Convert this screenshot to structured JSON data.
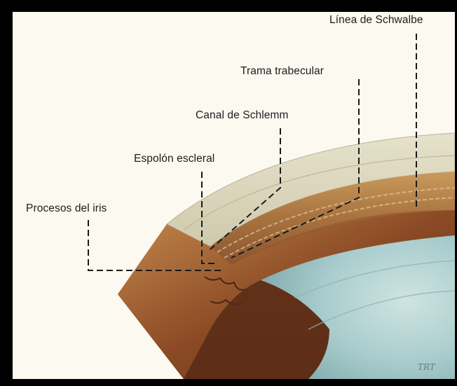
{
  "labels": {
    "schwalbe": "Línea de Schwalbe",
    "trabecular": "Trama trabecular",
    "schlemm": "Canal de Schlemm",
    "espolon": "Espolón escleral",
    "iris": "Procesos del iris"
  },
  "signature": "TRT",
  "colors": {
    "background": "#fbf9f0",
    "cornea": "#d8d3b8",
    "sclera": "#b98a4f",
    "iris_brown": "#7a3f22",
    "lens_blue": "#9cc2c4",
    "leader_line": "#1a1a1a"
  }
}
